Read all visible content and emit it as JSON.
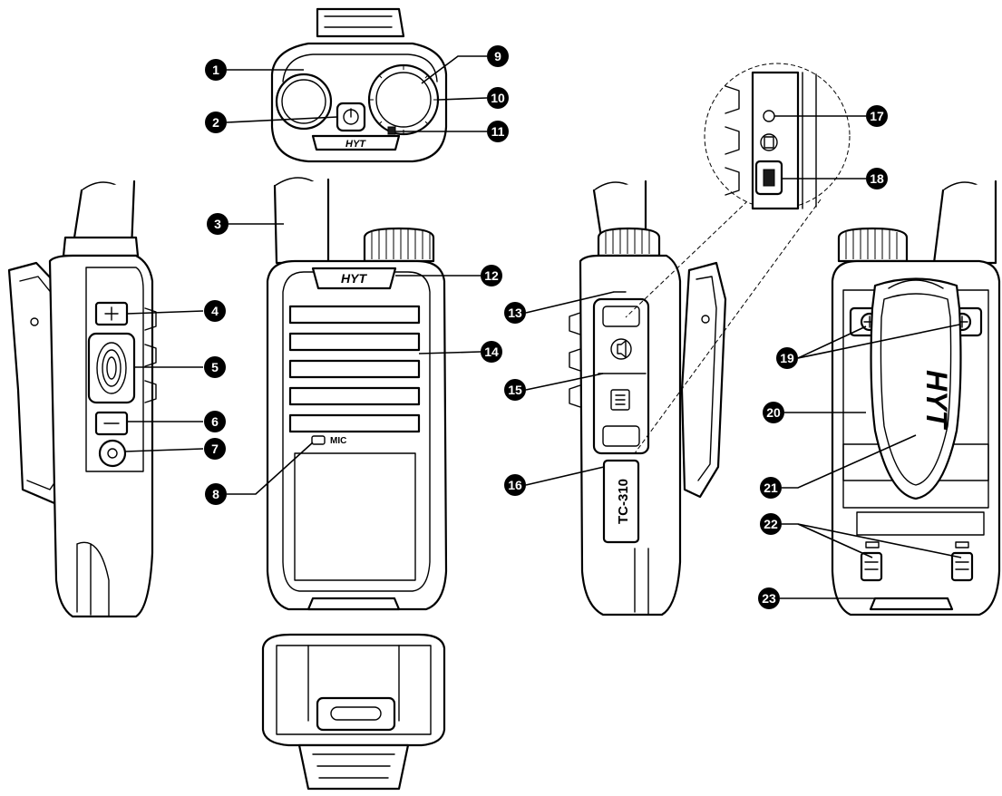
{
  "brand_text": "HYT",
  "mic_label": "MIC",
  "model_label": "TC-310",
  "colors": {
    "ink": "#000000",
    "paper": "#ffffff",
    "shade": "#bdbdbd"
  },
  "callouts": [
    {
      "id": "1",
      "label": "1"
    },
    {
      "id": "2",
      "label": "2"
    },
    {
      "id": "3",
      "label": "3"
    },
    {
      "id": "4",
      "label": "4"
    },
    {
      "id": "5",
      "label": "5"
    },
    {
      "id": "6",
      "label": "6"
    },
    {
      "id": "7",
      "label": "7"
    },
    {
      "id": "8",
      "label": "8"
    },
    {
      "id": "9",
      "label": "9"
    },
    {
      "id": "10",
      "label": "10"
    },
    {
      "id": "11",
      "label": "11"
    },
    {
      "id": "12",
      "label": "12"
    },
    {
      "id": "13",
      "label": "13"
    },
    {
      "id": "14",
      "label": "14"
    },
    {
      "id": "15",
      "label": "15"
    },
    {
      "id": "16",
      "label": "16"
    },
    {
      "id": "17",
      "label": "17"
    },
    {
      "id": "18",
      "label": "18"
    },
    {
      "id": "19",
      "label": "19"
    },
    {
      "id": "20",
      "label": "20"
    },
    {
      "id": "21",
      "label": "21"
    },
    {
      "id": "22",
      "label": "22"
    },
    {
      "id": "23",
      "label": "23"
    }
  ]
}
